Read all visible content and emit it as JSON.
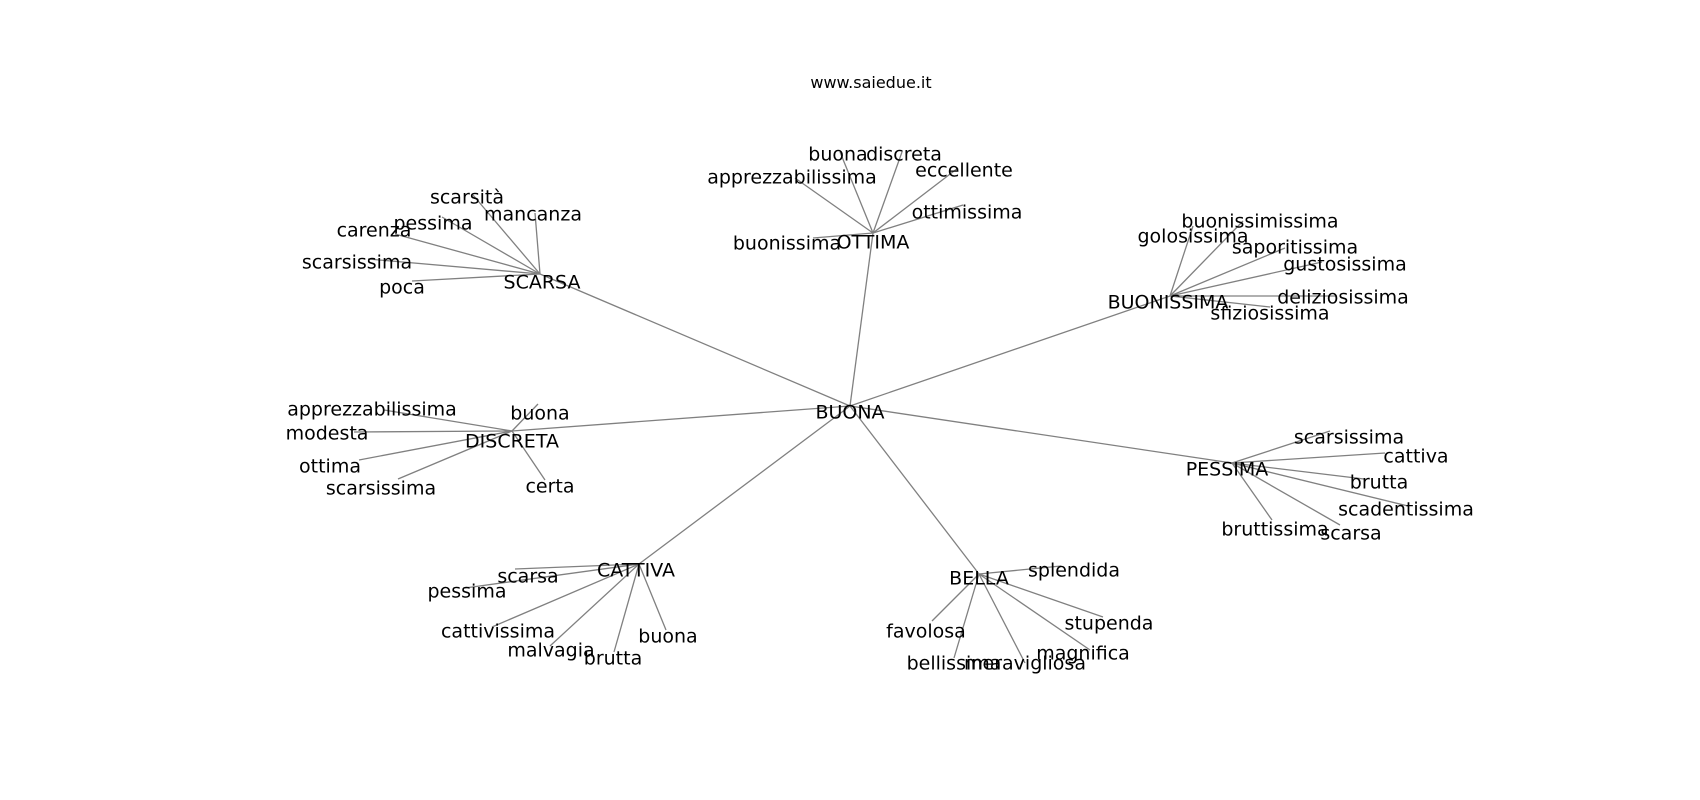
{
  "title": "www.saiedue.it",
  "colors": {
    "edge": "#808080",
    "text": "#000000",
    "background": "#ffffff"
  },
  "graph": {
    "root": "BUONA",
    "groups": [
      {
        "hub": "OTTIMA",
        "leaves": [
          "buona",
          "discreta",
          "eccellente",
          "apprezzabilissima",
          "ottimissima",
          "buonissima"
        ]
      },
      {
        "hub": "SCARSA",
        "leaves": [
          "scarsità",
          "mancanza",
          "pessima",
          "carenza",
          "scarsissima",
          "poca"
        ]
      },
      {
        "hub": "BUONISSIMA",
        "leaves": [
          "buonissimissima",
          "golosissima",
          "saporitissima",
          "gustosissima",
          "deliziosissima",
          "sfiziosissima"
        ]
      },
      {
        "hub": "DISCRETA",
        "leaves": [
          "apprezzabilissima",
          "buona",
          "modesta",
          "ottima",
          "scarsissima",
          "certa"
        ]
      },
      {
        "hub": "PESSIMA",
        "leaves": [
          "scarsissima",
          "cattiva",
          "brutta",
          "scadentissima",
          "bruttissima",
          "scarsa"
        ]
      },
      {
        "hub": "CATTIVA",
        "leaves": [
          "scarsa",
          "pessima",
          "cattivissima",
          "malvagia",
          "buona",
          "brutta"
        ]
      },
      {
        "hub": "BELLA",
        "leaves": [
          "splendida",
          "favolosa",
          "stupenda",
          "magnifica",
          "bellissima",
          "meravigliosa"
        ]
      }
    ]
  }
}
